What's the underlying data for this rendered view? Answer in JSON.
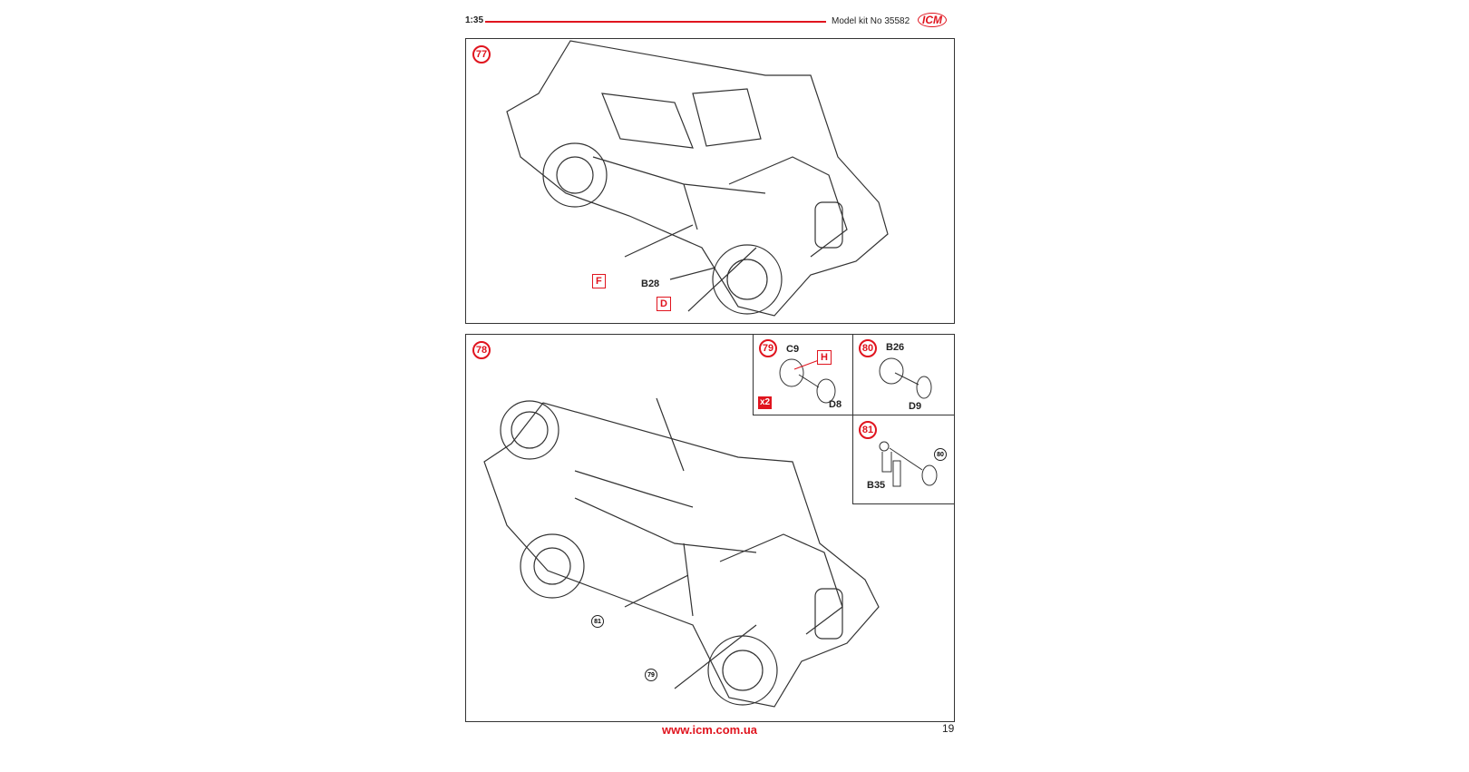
{
  "header": {
    "scale": "1:35",
    "model_kit": "Model kit No 35582",
    "logo": "ICM"
  },
  "steps": [
    {
      "number": "77",
      "parts": [
        "B28"
      ],
      "glue_marks": [
        "F",
        "D"
      ]
    },
    {
      "number": "78",
      "callouts": [
        "81",
        "79"
      ]
    },
    {
      "number": "79",
      "parts": [
        "C9",
        "D8"
      ],
      "glue_marks": [
        "H"
      ],
      "quantity": "x2"
    },
    {
      "number": "80",
      "parts": [
        "B26",
        "D9"
      ]
    },
    {
      "number": "81",
      "parts": [
        "B35"
      ],
      "callouts": [
        "80"
      ]
    }
  ],
  "footer": {
    "url": "www.icm.com.ua",
    "page": "19"
  },
  "colors": {
    "accent": "#e0141e"
  }
}
